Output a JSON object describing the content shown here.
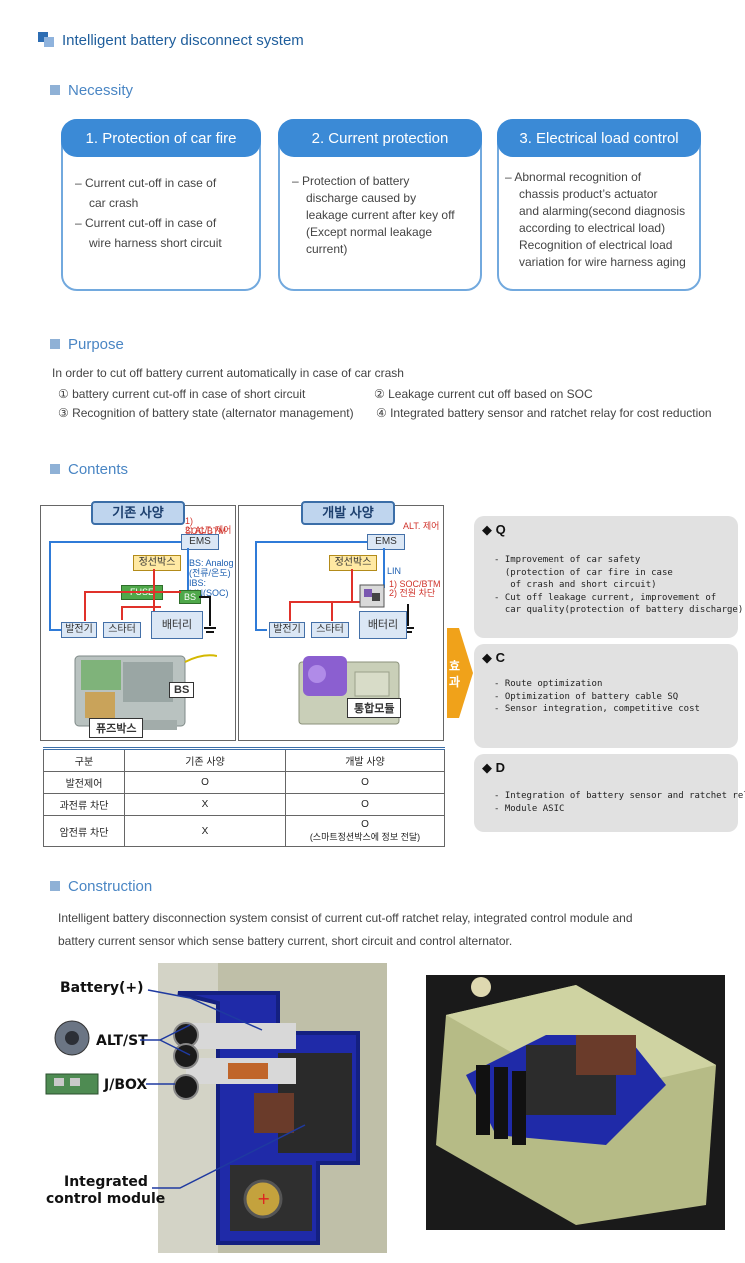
{
  "page_title": "Intelligent battery disconnect system",
  "sections": {
    "necessity": "Necessity",
    "purpose": "Purpose",
    "contents": "Contents",
    "construction": "Construction"
  },
  "necessity_boxes": [
    {
      "title": "1. Protection of car fire",
      "lines": [
        "– Current cut-off in case of",
        "car crash",
        "– Current cut-off in case of",
        "wire harness short circuit"
      ]
    },
    {
      "title": "2. Current protection",
      "lines": [
        "– Protection of battery",
        "discharge caused by",
        "leakage current after key off",
        "(Except normal leakage",
        "current)"
      ]
    },
    {
      "title": "3. Electrical load control",
      "lines": [
        "– Abnormal recognition of",
        "chassis product’s actuator",
        "and alarming(second diagnosis",
        "according to electrical load)",
        "Recognition of electrical load",
        "variation for wire harness aging"
      ]
    }
  ],
  "purpose": {
    "intro": "In order to cut off battery current automatically in case of car crash",
    "items": [
      "① battery current cut-off in case of short circuit",
      "② Leakage current cut off based on SOC",
      "③ Recognition of battery state (alternator management)",
      "④ Integrated battery sensor and ratchet relay for cost reduction"
    ]
  },
  "contents": {
    "left_panel": {
      "title": "기존 사양",
      "note1": "1) SOC/BTM",
      "note2": "2) ALT. 제어",
      "ems": "EMS",
      "junction": "정선박스",
      "bs_note1": "BS: Analog",
      "bs_note2": "(전류/온도)",
      "bs_note3": "IBS: LIN(SOC)",
      "fuse": "FUSE",
      "bs": "BS",
      "alternator": "발전기",
      "starter": "스타터",
      "battery": "배터리",
      "photo_bs": "BS",
      "photo_fuse": "퓨즈박스"
    },
    "right_panel": {
      "title": "개발 사양",
      "alt_note": "ALT. 제어",
      "ems": "EMS",
      "junction": "정선박스",
      "lin": "LIN",
      "note1": "1) SOC/BTM",
      "note2": "2) 전원 차단",
      "alternator": "발전기",
      "starter": "스타터",
      "battery": "배터리",
      "photo_label": "통합모듈"
    },
    "effect_label": "효과",
    "table": {
      "headers": [
        "구분",
        "기존 사양",
        "개발 사양"
      ],
      "rows": [
        [
          "발전제어",
          "O",
          "O"
        ],
        [
          "과전류 차단",
          "X",
          "O"
        ],
        [
          "암전류 차단",
          "X",
          "O"
        ]
      ],
      "note": "(스마트정션박스에 정보 전달)"
    },
    "qcd": [
      {
        "head": "◆ Q",
        "text": "- Improvement of car safety\n  (protection of car fire in case\n   of crash and short circuit)\n- Cut off leakage current, improvement of\n  car quality(protection of battery discharge)"
      },
      {
        "head": "◆ C",
        "text": "- Route optimization\n- Optimization of battery cable SQ\n- Sensor integration, competitive cost"
      },
      {
        "head": "◆ D",
        "text": "- Integration of battery sensor and ratchet relay\n- Module ASIC"
      }
    ]
  },
  "construction": {
    "line1": "Intelligent battery disconnection system consist of current cut-off ratchet relay, integrated control module and",
    "line2": "battery current sensor which sense battery current, short circuit and control alternator.",
    "callouts": {
      "battery": "Battery(+)",
      "altst": "ALT/ST",
      "jbox": "J/BOX",
      "module1": "Integrated",
      "module2": "control module"
    }
  },
  "colors": {
    "accent_blue": "#3b8ad6",
    "title_blue": "#1f5e9c",
    "wire_red": "#e0312a",
    "wire_blue": "#2f7bd8",
    "qcd_bg": "#e1e1e1"
  }
}
